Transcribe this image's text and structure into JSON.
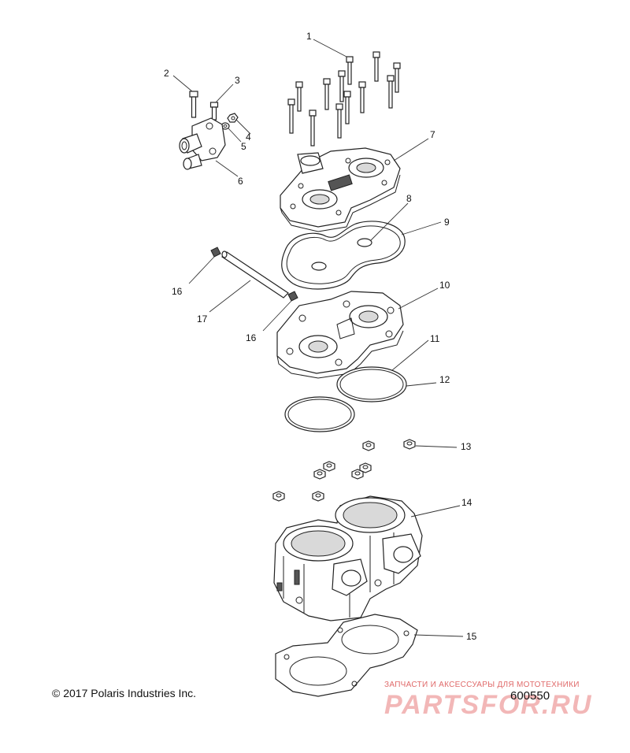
{
  "callouts": [
    "1",
    "2",
    "3",
    "4",
    "5",
    "6",
    "7",
    "8",
    "9",
    "10",
    "11",
    "12",
    "13",
    "14",
    "15",
    "16",
    "17",
    "16"
  ],
  "footer": {
    "copyright": "© 2017 Polaris Industries Inc.",
    "figure_number": "600550"
  },
  "watermark": {
    "text": "ЗАПЧАСТИ И АКСЕССУАРЫ ДЛЯ МОТОТЕХНИКИ",
    "logo": "PARTSFOR.RU"
  }
}
